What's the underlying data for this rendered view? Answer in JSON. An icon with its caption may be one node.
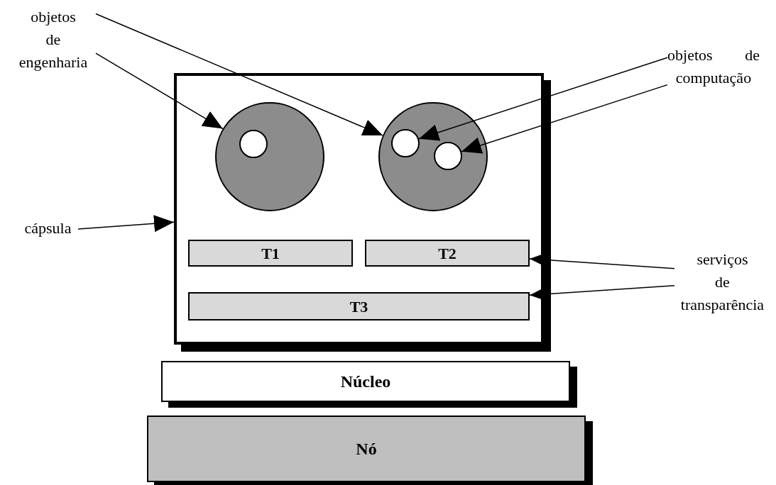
{
  "diagram": {
    "nodes": [
      {
        "text": [
          "objetos de engenharia"
        ]
      },
      {
        "text": [
          "objetos de computação"
        ]
      },
      {
        "text": [
          "cápsula"
        ]
      },
      {
        "text": [
          "serviços de transparência"
        ]
      },
      {
        "text": [],
        "shape": "box"
      },
      {
        "text": [],
        "shape": "circle",
        "in": 4
      },
      {
        "text": [],
        "shape": "circle",
        "in": 4
      },
      {
        "text": [],
        "shape": "circle",
        "in": 5
      },
      {
        "text": [],
        "shape": "circle",
        "in": 6
      },
      {
        "text": [],
        "shape": "circle",
        "in": 6
      },
      {
        "text": [
          "T1"
        ],
        "in": 4
      },
      {
        "text": [
          "T2"
        ],
        "in": 4
      },
      {
        "text": [
          "T3"
        ],
        "in": 4
      },
      {
        "text": [
          "Núcleo"
        ]
      },
      {
        "text": [
          "Nó"
        ]
      }
    ],
    "edges": [
      {
        "from": 0,
        "to": 5,
        "arrow": "to"
      },
      {
        "from": 0,
        "to": 6,
        "arrow": "to"
      },
      {
        "from": 1,
        "to": 8,
        "arrow": "to"
      },
      {
        "from": 1,
        "to": 9,
        "arrow": "to"
      },
      {
        "from": 2,
        "to": 4,
        "arrow": "to"
      },
      {
        "from": 3,
        "to": 11,
        "arrow": "to"
      },
      {
        "from": 3,
        "to": 12,
        "arrow": "to"
      }
    ]
  }
}
